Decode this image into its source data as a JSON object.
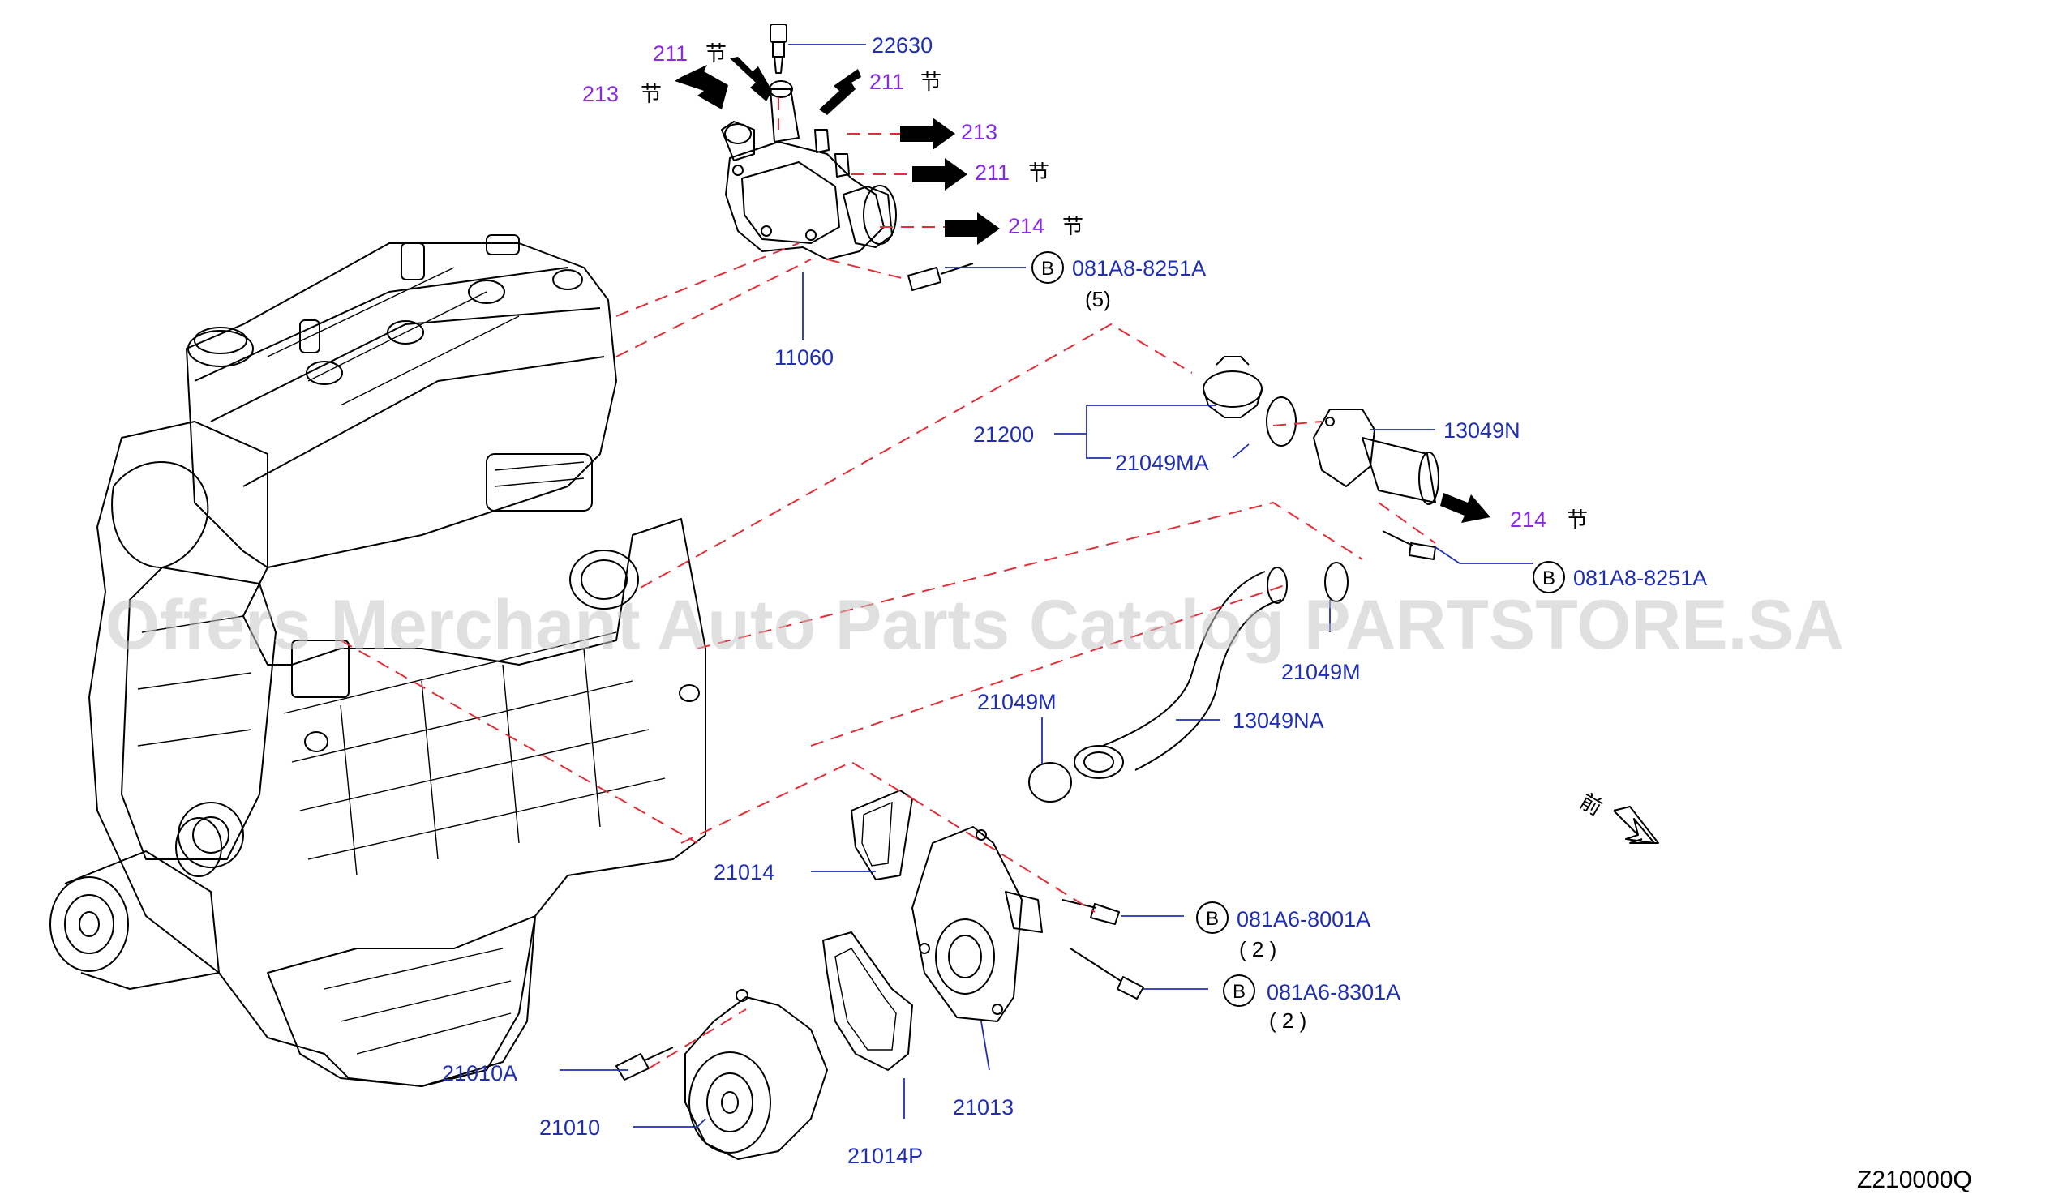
{
  "watermark": "Offers Merchant Auto Parts Catalog PARTSTORE.SA",
  "diagram_code": "Z210000Q",
  "front_label": "前",
  "section_suffix": "节",
  "callouts": {
    "thermostat_housing": "11060",
    "sensor": "22630",
    "thermostat": "21200",
    "thermostat_gasket": "21049MA",
    "water_outlet": "13049N",
    "water_hose_pipe": "13049NA",
    "o_ring_top": "21049M",
    "o_ring_bottom": "21049M",
    "gasket_upper": "21014",
    "gasket_pump": "21014P",
    "pump_housing": "21013",
    "water_pump": "21010",
    "pump_bolt": "21010A"
  },
  "sections": {
    "s1": "211",
    "s2": "213",
    "s3": "211",
    "s4": "213",
    "s5": "211",
    "s6": "214",
    "s7": "214"
  },
  "bolts": {
    "badge": "B",
    "b1_code": "081A8-8251A",
    "b1_qty": "(5)",
    "b2_code": "081A8-8251A",
    "b3_code": "081A6-8001A",
    "b3_qty": "( 2 )",
    "b4_code": "081A6-8301A",
    "b4_qty": "( 2 )"
  }
}
